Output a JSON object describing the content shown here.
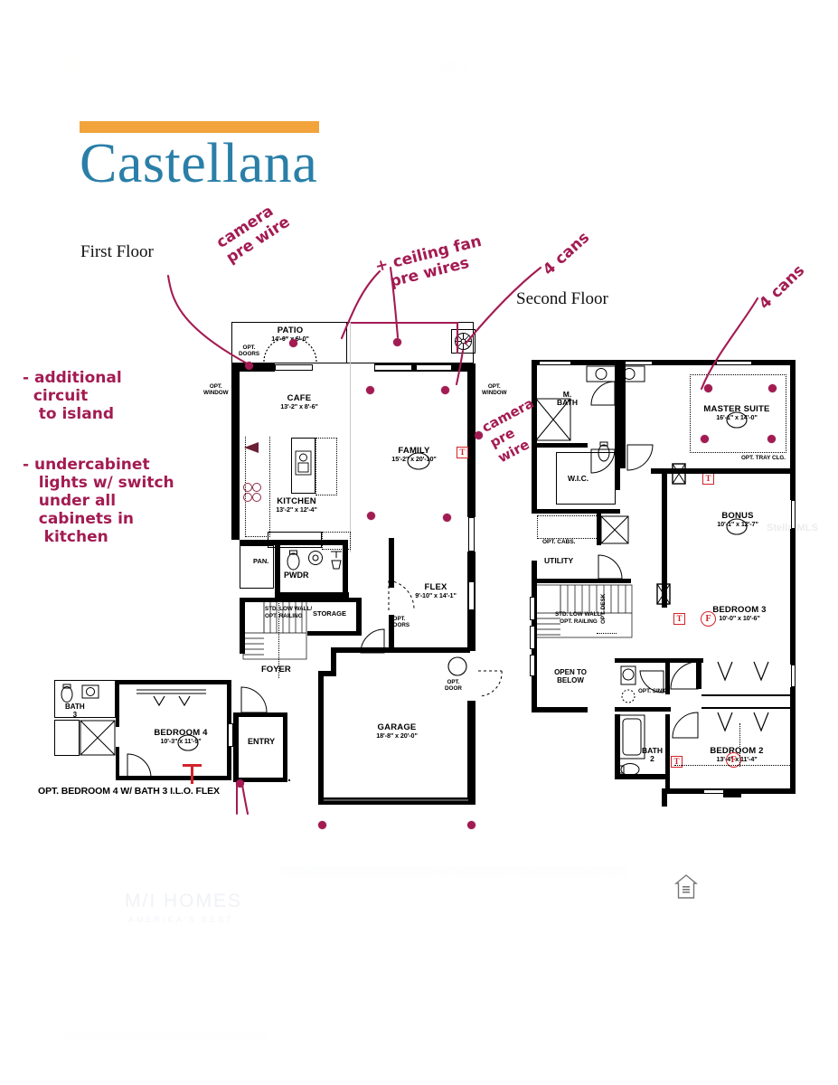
{
  "document": {
    "title": "Castellana",
    "accent_bar_color": "#f2a33c",
    "title_color": "#2a7fa8",
    "first_floor_label": "First Floor",
    "second_floor_label": "Second Floor",
    "opt_note_first_floor": "OPT. BEDROOM 4 W/ BATH 3 I.L.O. FLEX"
  },
  "annotations": {
    "ink_color": "#a31b52",
    "items": [
      {
        "id": "camera-pre-wire-patio",
        "text": "camera\npre wire"
      },
      {
        "id": "ceiling-fan-pre-wires",
        "text": "+ ceiling fan\n  pre wires"
      },
      {
        "id": "four-cans-first-floor",
        "text": "4 cans"
      },
      {
        "id": "four-cans-second-floor",
        "text": "4 cans"
      },
      {
        "id": "camera-pre-wire-family",
        "text": "camera\npre\nwire"
      },
      {
        "id": "additional-circuit-note",
        "text": "- additional\n  circuit\n   to island"
      },
      {
        "id": "undercabinet-note",
        "text": "- undercabinet\n   lights w/ switch\n   under all\n   cabinets in\n    kitchen"
      }
    ]
  },
  "first_floor": {
    "name": "First Floor",
    "rooms": [
      {
        "name": "PATIO",
        "dim": "14'-0\" x 6'-0\""
      },
      {
        "name": "CAFE",
        "dim": "13'-2\" x 8'-6\""
      },
      {
        "name": "KITCHEN",
        "dim": "13'-2\" x 12'-4\""
      },
      {
        "name": "FAMILY",
        "dim": "15'-2\" x 20'-10\""
      },
      {
        "name": "FLEX",
        "dim": "9'-10\" x 14'-1\""
      },
      {
        "name": "GARAGE",
        "dim": "18'-8\" x 20'-0\""
      },
      {
        "name": "FOYER",
        "dim": ""
      },
      {
        "name": "ENTRY",
        "dim": ""
      },
      {
        "name": "PWDR",
        "dim": ""
      },
      {
        "name": "PAN.",
        "dim": ""
      },
      {
        "name": "STORAGE",
        "dim": ""
      }
    ],
    "notes": [
      "OPT. DOORS",
      "OPT. WINDOW",
      "OPT. WINDOW",
      "OPT. DOORS",
      "OPT. DOOR",
      "STD. LOW WALL/ OPT. RAILING"
    ]
  },
  "opt_bedroom4": {
    "caption": "OPT. BEDROOM 4 W/ BATH 3 I.L.O. FLEX",
    "rooms": [
      {
        "name": "BEDROOM 4",
        "dim": "10'-3\" x 11'-9\""
      },
      {
        "name": "BATH 3",
        "dim": ""
      }
    ]
  },
  "second_floor": {
    "name": "Second Floor",
    "rooms": [
      {
        "name": "MASTER SUITE",
        "dim": "16'-1\" x 14'-0\""
      },
      {
        "name": "M. BATH",
        "dim": ""
      },
      {
        "name": "W.I.C.",
        "dim": ""
      },
      {
        "name": "UTILITY",
        "dim": ""
      },
      {
        "name": "BONUS",
        "dim": "10'-1\" x 12'-7\""
      },
      {
        "name": "BEDROOM 3",
        "dim": "10'-0\" x 10'-6\""
      },
      {
        "name": "BEDROOM 2",
        "dim": "13'-4\" x 11'-4\""
      },
      {
        "name": "BATH 2",
        "dim": ""
      },
      {
        "name": "OPEN TO BELOW",
        "dim": ""
      }
    ],
    "notes": [
      "OPT. CABS.",
      "OPT. TRAY CLG.",
      "OPT. DESK",
      "OPT. SINK",
      "STD. LOW WALL/ OPT. RAILING"
    ]
  },
  "markers": {
    "thermostat_letter": "T",
    "fan_letter": "F",
    "marker_color": "#d2232a"
  },
  "watermarks": {
    "mls": "StellarMLS",
    "brand": "M/I HOMES",
    "brand_sub": "AMERICA'S BEST",
    "equal_housing_alt": "EQUAL HOUSING OPPORTUNITY"
  }
}
